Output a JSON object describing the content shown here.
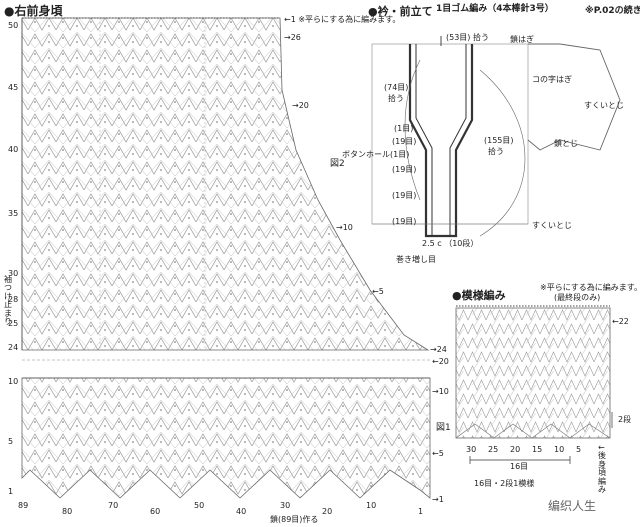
{
  "right_front": {
    "title": "●右前身頃",
    "note_top": "←1 ※平らにする為に編みます。",
    "row_labels_left": [
      "50",
      "45",
      "40",
      "35",
      "30",
      "28",
      "25",
      "24",
      "10",
      "5",
      "1"
    ],
    "row_labels_right": [
      "→26",
      "→20",
      "→10",
      "←5",
      "→24",
      "←20",
      "→10",
      "←5",
      "→1",
      "←1"
    ],
    "armhole_label": "袖つけ止まり",
    "stitch_numbers_bottom": [
      "89",
      "80",
      "70",
      "60",
      "50",
      "40",
      "30",
      "20",
      "10",
      "1"
    ],
    "chain_label": "鎖(89目)作る",
    "figure_refs": [
      "図2",
      "図1"
    ],
    "bottom_arrow": "→1"
  },
  "collar": {
    "title": "●衿・前立て",
    "subtitle": "1目ゴム編み（4本棒針3号）",
    "continued": "※P.02の続き",
    "top_pickup": "(53目) 拾う",
    "chain_join": "鎖はぎ",
    "pickup_74": "(74目)",
    "pickup_74_b": "拾う",
    "seg_1": "(1目)",
    "seg_19a": "(19目)",
    "buttonhole": "ボタンホール(1目)",
    "seg_19b": "(19目)",
    "seg_19c": "(19目)",
    "seg_19d": "(19目)",
    "pickup_155": "(155目)",
    "pickup_155_b": "拾う",
    "ko_join": "コの字はぎ",
    "sukui_1": "すくいとじ",
    "kusari_toji": "鎖とじ",
    "sukui_2": "すくいとじ",
    "dimension": "2.5 c （10段）",
    "increase": "巻き増し目"
  },
  "pattern": {
    "title": "●模様編み",
    "note": "※平らにする為に編みます。",
    "note_b": "(最終段のみ)",
    "row_top": "←22",
    "row_2": "2段",
    "repeat_stitches": "16目",
    "repeat_label": "16目・2段1模様",
    "side_label": "←後身頃編み",
    "nums": [
      "30",
      "25",
      "20",
      "15",
      "10",
      "5"
    ]
  },
  "watermark": "编织人生"
}
